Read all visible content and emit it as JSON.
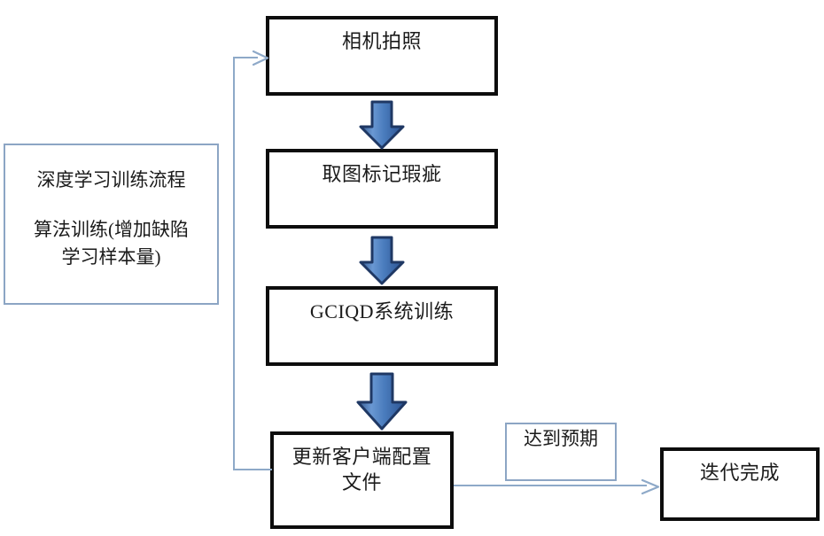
{
  "diagram": {
    "title": "深度学习训练流程",
    "type": "flowchart",
    "orientation": "top-to-bottom-with-feedback-loop"
  },
  "info_panel": {
    "heading": "深度学习训练流程",
    "body": "算法训练(增加缺陷\n学习样本量)"
  },
  "nodes": [
    {
      "id": "camera-capture",
      "label": "相机拍照"
    },
    {
      "id": "mark-defects",
      "label": "取图标记瑕疵"
    },
    {
      "id": "gciqd-training",
      "label": "GCIQD系统训练"
    },
    {
      "id": "update-client-config",
      "label": "更新客户端配置\n文件"
    },
    {
      "id": "iteration-done",
      "label": "迭代完成"
    }
  ],
  "annotations": [
    {
      "id": "meets-expectation",
      "label": "达到预期"
    }
  ],
  "edges": [
    {
      "id": "edge-capture-to-mark",
      "from": "camera-capture",
      "to": "mark-defects",
      "style": "block-arrow",
      "direction": "down"
    },
    {
      "id": "edge-mark-to-gciqd",
      "from": "mark-defects",
      "to": "gciqd-training",
      "style": "block-arrow",
      "direction": "down"
    },
    {
      "id": "edge-gciqd-to-update",
      "from": "gciqd-training",
      "to": "update-client-config",
      "style": "block-arrow",
      "direction": "down"
    },
    {
      "id": "edge-update-to-done",
      "from": "update-client-config",
      "to": "iteration-done",
      "style": "thin-line",
      "direction": "right",
      "label": "达到预期"
    },
    {
      "id": "edge-feedback-loop",
      "from": "update-client-config",
      "to": "camera-capture",
      "style": "thin-line",
      "direction": "left-up-right"
    }
  ],
  "colors": {
    "node_border": "#0d0d0d",
    "node_fill": "#ffffff",
    "note_border": "#8ca5c4",
    "connector": "#8ea9c8",
    "arrow_outline": "#1f3864",
    "arrow_fill_light": "#6f9ad4",
    "arrow_fill_dark": "#2e5f9e",
    "text": "#1b1b1b",
    "background": "#ffffff"
  }
}
